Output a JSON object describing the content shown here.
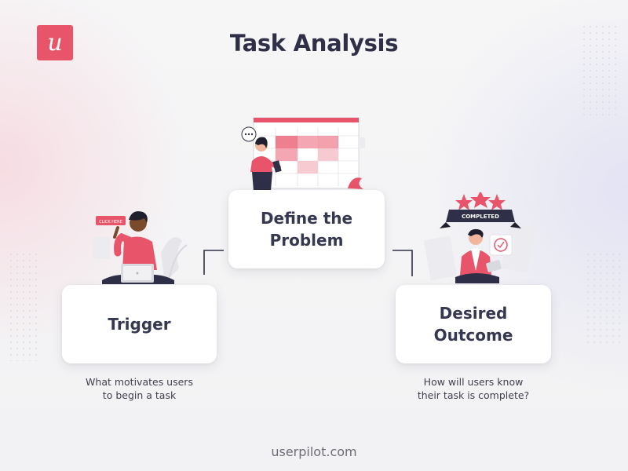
{
  "brand": {
    "logo_letter": "u",
    "color": "#e8546a"
  },
  "title": "Task Analysis",
  "steps": [
    {
      "id": "trigger",
      "title_lines": [
        "Trigger"
      ],
      "description_lines": [
        "What motivates users",
        "to begin a task"
      ]
    },
    {
      "id": "define",
      "title_lines": [
        "Define the",
        "Problem"
      ]
    },
    {
      "id": "outcome",
      "title_lines": [
        "Desired",
        "Outcome"
      ],
      "description_lines": [
        "How will users know",
        "their task is complete?"
      ]
    }
  ],
  "illustrations": {
    "trigger": {
      "badge_text": "CLICK HERE",
      "icon": "person-with-laptop-icon"
    },
    "define": {
      "icon": "person-presenting-chart-icon"
    },
    "outcome": {
      "banner_text": "COMPLETED",
      "rating_stars": 3,
      "icon": "person-with-tablet-icon"
    }
  },
  "footer": "userpilot.com",
  "colors": {
    "accent": "#e8546a",
    "text_dark": "#2f3048",
    "connector": "#2f3048"
  }
}
